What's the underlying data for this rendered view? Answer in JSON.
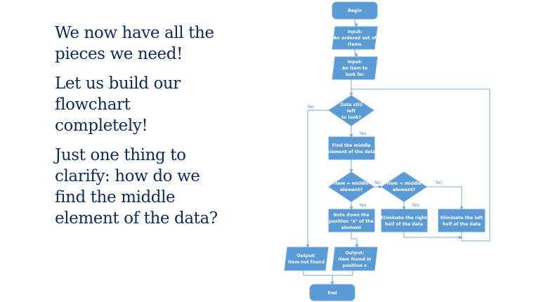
{
  "slide": {
    "paragraphs": [
      {
        "lines": [
          "We now have all the",
          "pieces we need!"
        ]
      },
      {
        "lines": [
          "Let us build our",
          "flowchart",
          "completely!"
        ]
      },
      {
        "lines": [
          "Just one thing to",
          "clarify: how do we",
          "find the middle",
          "element of the data?"
        ]
      }
    ]
  },
  "flowchart": {
    "colors": {
      "shape": "#5b9bd5",
      "edge": "#7aa7d6",
      "text": "#0d2a5c"
    },
    "begin": "Begin",
    "input1": [
      "Input:",
      "An ordered set of",
      "items"
    ],
    "input2": [
      "Input:",
      "An item to",
      "look for"
    ],
    "decision_data_left": [
      "Data still",
      "left",
      "to look?"
    ],
    "find_middle": [
      "Find the middle",
      "element of the data"
    ],
    "decision_equal": [
      "Item = middle",
      "element?"
    ],
    "decision_less": [
      "Item < middle",
      "element?"
    ],
    "note_position": [
      "Note down the",
      "position \"x\" of the",
      "element"
    ],
    "eliminate_right": [
      "Eliminate the right",
      "half of the data"
    ],
    "eliminate_left": [
      "Eliminate the left",
      "half of the data"
    ],
    "output_not_found": [
      "Output:",
      "Item not found"
    ],
    "output_found": [
      "Output:",
      "Item found in",
      "position x"
    ],
    "end": "End",
    "labels": {
      "no": "No",
      "yes": "Yes"
    }
  }
}
